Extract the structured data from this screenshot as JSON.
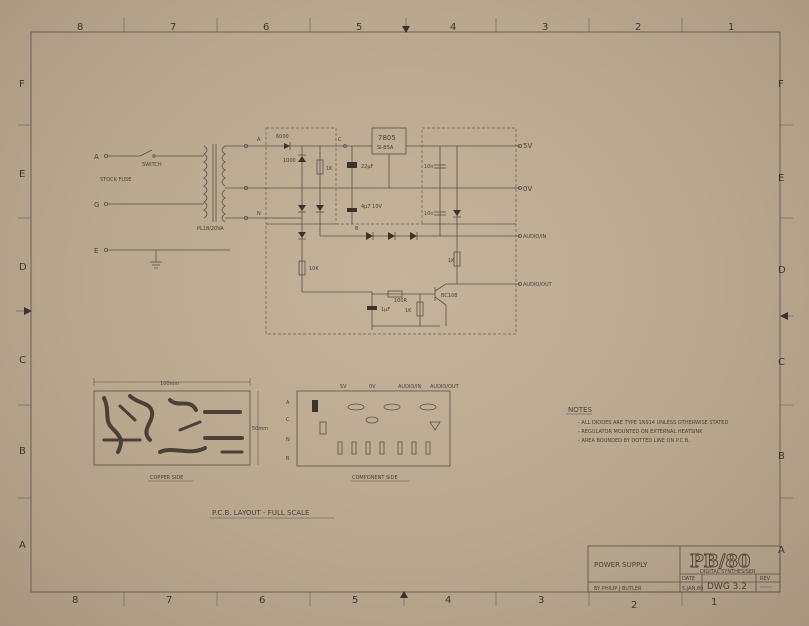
{
  "border": {
    "columns": [
      "8",
      "7",
      "6",
      "5",
      "4",
      "3",
      "2",
      "1"
    ],
    "rows": [
      "F",
      "E",
      "D",
      "C",
      "B",
      "A"
    ]
  },
  "schematic": {
    "inputs": [
      "A",
      "G",
      "E"
    ],
    "switch_label": "SWITCH",
    "transformer": "PL18/20VA",
    "fuse": "STOCK FUSE",
    "regulator": [
      "7805",
      "SI-B5A"
    ],
    "outputs": [
      "5V",
      "0V",
      "AUDIO/IN",
      "AUDIO/OUT"
    ],
    "nodes": [
      "A",
      "C",
      "N",
      "B"
    ],
    "components": [
      "6000",
      "1000",
      "1K",
      "22µF",
      "4µ7 10V",
      "10n",
      "10n",
      "10K",
      "1K",
      "1K",
      "BC108",
      "1µF",
      "100R"
    ]
  },
  "pcb": {
    "dimension_h": "100mm",
    "dimension_v": "50mm",
    "copper_caption": "COPPER SIDE",
    "component_caption": "COMPONENT SIDE",
    "top_labels": [
      "5V",
      "0V",
      "AUDIO/IN",
      "AUDIO/OUT"
    ],
    "side_labels": [
      "A",
      "C",
      "N",
      "B"
    ],
    "layout_caption": "P.C.B. LAYOUT - FULL SCALE"
  },
  "notes": {
    "title": "NOTES",
    "items": [
      "- ALL DIODES ARE TYPE 1N914 UNLESS OTHERWISE STATED",
      "- REGULATOR MOUNTED ON EXTERNAL HEATSINK",
      "- AREA BOUNDED BY DOTTED LINE ON P.C.B."
    ]
  },
  "title_block": {
    "title": "POWER SUPPLY",
    "logo": "PB/80",
    "subtitle": "DIGITAL SYNTHESISER",
    "drawn_by": "BY PHILIP J BUTLER",
    "date_label": "DATE",
    "date": "5.JAN.80",
    "dwg": "DWG 3.2",
    "rev_label": "REV"
  }
}
